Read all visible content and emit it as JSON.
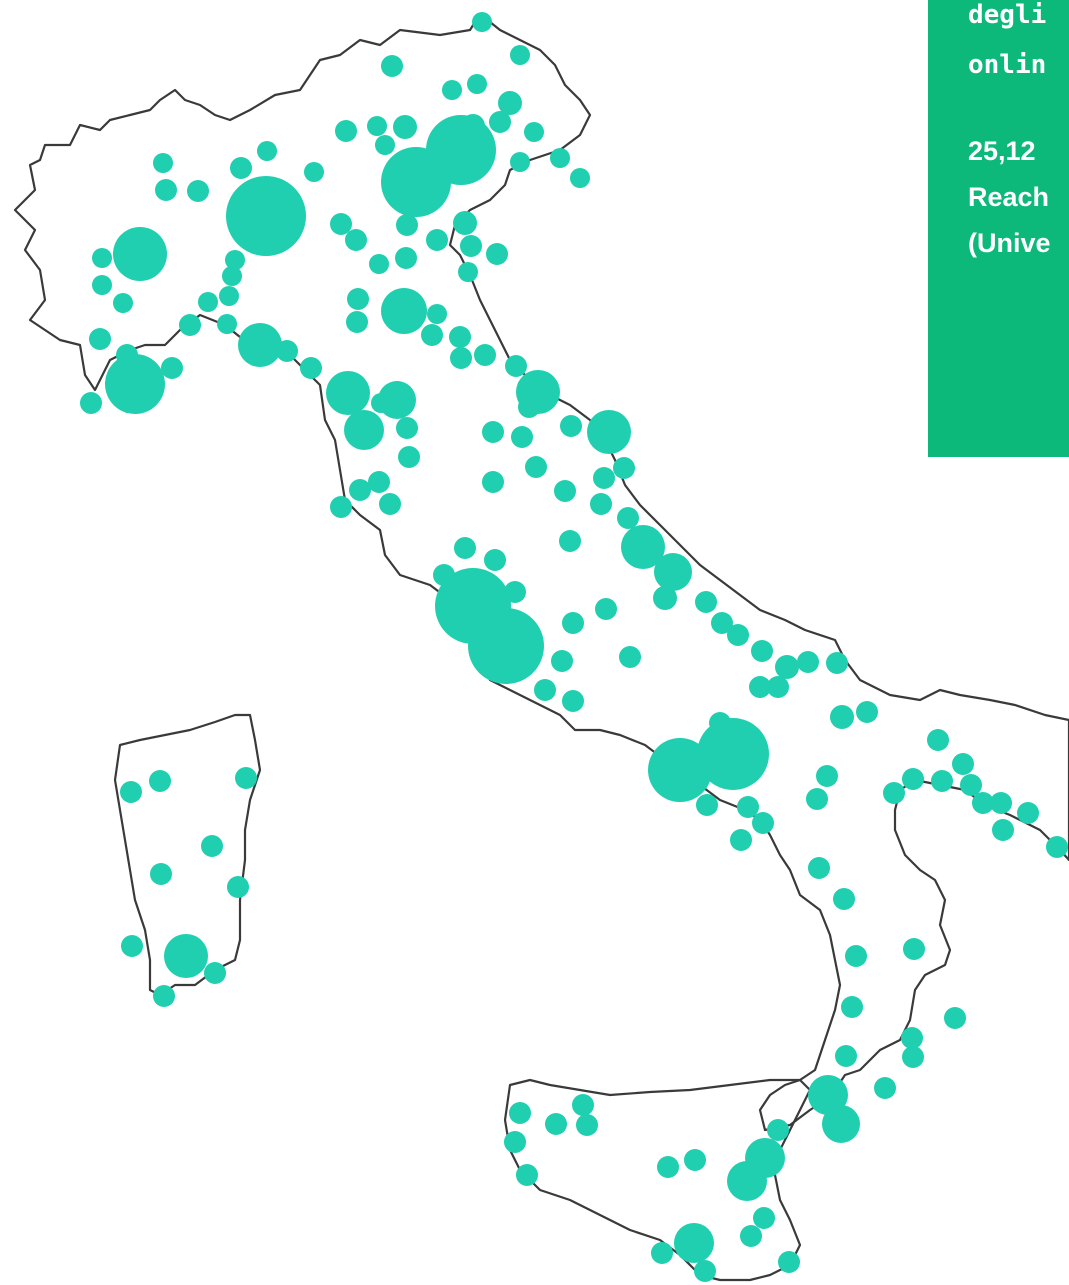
{
  "colors": {
    "dot": "#1fcfb0",
    "panel": "#0cb87a",
    "coast": "#3a3a3a",
    "text": "#ffffff"
  },
  "panel": {
    "line_1": "degli",
    "line_2": "onlin",
    "line_3": "25,12",
    "line_4": "Reach",
    "line_5": "(Unive"
  },
  "map_data": {
    "region": "Italy",
    "marker_count": 168
  }
}
